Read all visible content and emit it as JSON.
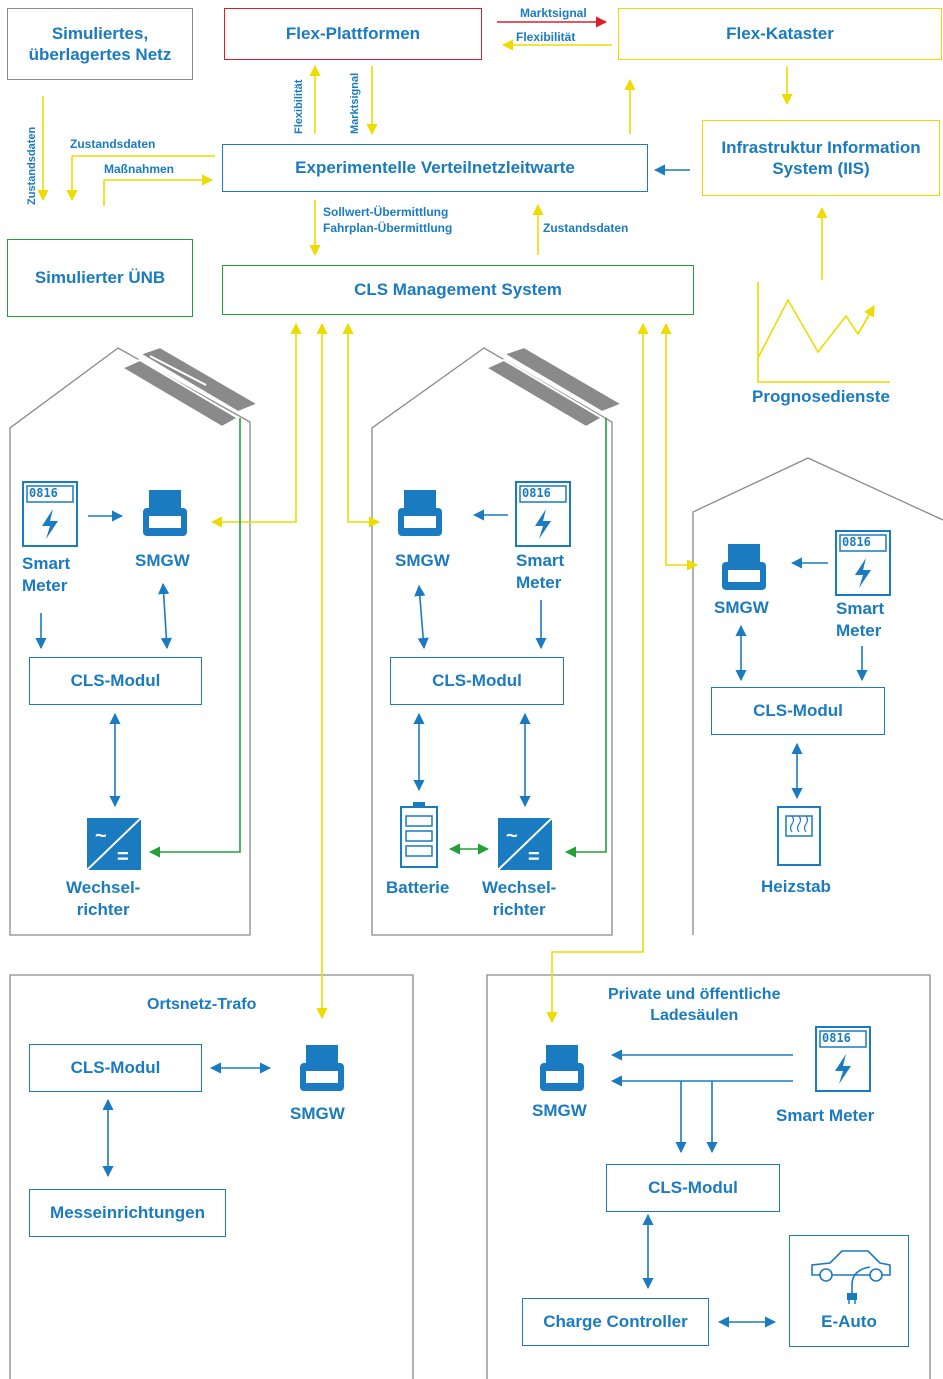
{
  "colors": {
    "blue": "#1a7bc1",
    "yellow": "#ecdc00",
    "green": "#22a03a",
    "red": "#d7202a",
    "grey": "#8a8a8a"
  },
  "boxes": {
    "sim_netz": "Simuliertes, überlagertes Netz",
    "flex_plattformen": "Flex-Plattformen",
    "flex_kataster": "Flex-Kataster",
    "iis": "Infrastruktur Information System (IIS)",
    "leitwarte": "Experimentelle Verteilnetzleitwarte",
    "uenb": "Simulierter ÜNB",
    "cls_mgmt": "CLS Management System"
  },
  "flow_labels": {
    "marktsignal_top": "Marktsignal",
    "flexibilitaet_top": "Flexibilität",
    "flexibilitaet_vert": "Flexibilität",
    "marktsignal_vert": "Marktsignal",
    "zustandsdaten_vert": "Zustandsdaten",
    "zustandsdaten_left": "Zustandsdaten",
    "massnahmen": "Maßnahmen",
    "sollwert": "Sollwert-Übermittlung",
    "fahrplan": "Fahrplan-Übermittlung",
    "zustandsdaten_cls": "Zustandsdaten"
  },
  "prognose": "Prognosedienste",
  "house1": {
    "meter_digits": "0816",
    "meter": "Smart\nMeter",
    "smgw": "SMGW",
    "cls": "CLS-Modul",
    "inverter": "Wechsel-\nrichter"
  },
  "house2": {
    "meter_digits": "0816",
    "meter": "Smart\nMeter",
    "smgw": "SMGW",
    "cls": "CLS-Modul",
    "battery": "Batterie",
    "inverter": "Wechsel-\nrichter"
  },
  "house3": {
    "meter_digits": "0816",
    "meter": "Smart\nMeter",
    "smgw": "SMGW",
    "cls": "CLS-Modul",
    "heater": "Heizstab"
  },
  "trafo": {
    "title": "Ortsnetz-Trafo",
    "cls": "CLS-Modul",
    "smgw": "SMGW",
    "mess": "Messeinrichtungen"
  },
  "ladesaeulen": {
    "title": "Private und öffentliche\nLadesäulen",
    "smgw": "SMGW",
    "meter_digits": "0816",
    "meter": "Smart Meter",
    "cls": "CLS-Modul",
    "charge": "Charge Controller",
    "eauto": "E-Auto"
  }
}
